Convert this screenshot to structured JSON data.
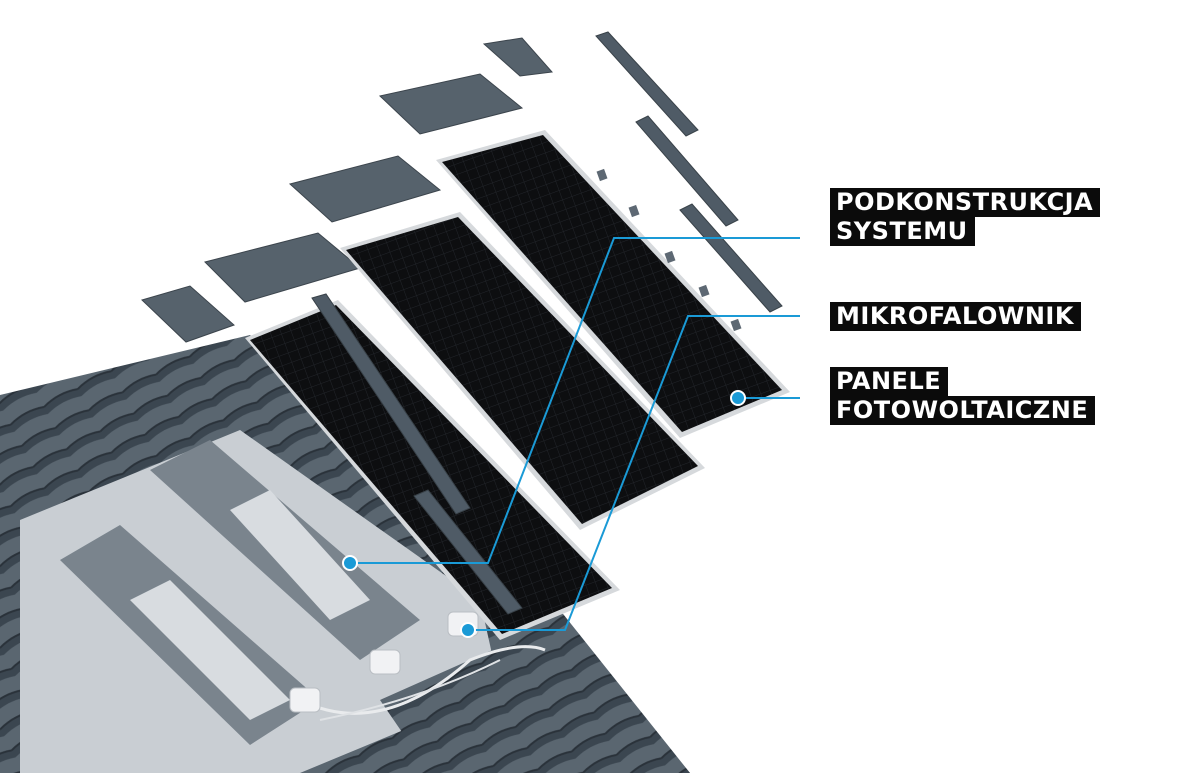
{
  "labels": {
    "substructure": [
      "PODKONSTRUKCJA",
      "SYSTEMU"
    ],
    "microinverter": [
      "MIKROFALOWNIK"
    ],
    "panels": [
      "PANELE",
      "FOTOWOLTAICZNE"
    ]
  },
  "colors": {
    "callout": "#1a9ad6",
    "label_bg": "#0b0b0b",
    "panel": "#0d0e10",
    "panel_frame": "#d6d9dc",
    "flashing": "#56626c",
    "rail": "#4f5b66",
    "roof_tile": "#3f4a54",
    "roof_light": "#c7ccd1"
  }
}
